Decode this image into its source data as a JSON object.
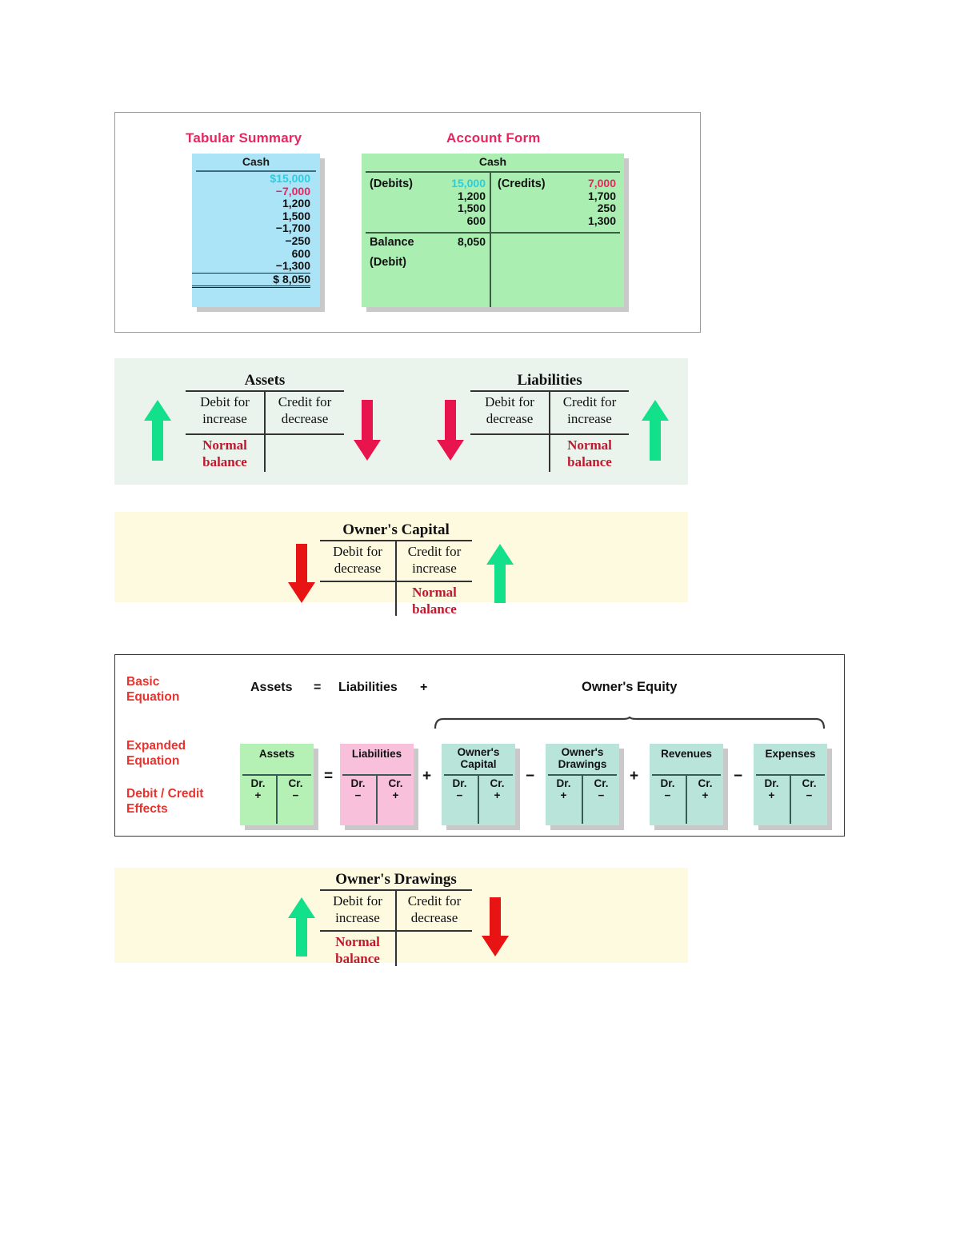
{
  "colors": {
    "accent_pink": "#e8255f",
    "accent_red": "#e8332e",
    "normal_balance_red": "#c0182e",
    "cash_blue": "#ace4f7",
    "account_green": "#aaeeb2",
    "assets_green": "#b5f0b5",
    "liabilities_pink": "#f9c0dc",
    "equity_teal": "#b8e4da",
    "panel_green": "#eaf4ec",
    "panel_yellow": "#fdfae0",
    "arrow_green": "#12e08a",
    "arrow_crimson": "#e8144e",
    "arrow_red": "#e81414",
    "cyan_value": "#29cfe0"
  },
  "accounts_section": {
    "tabular": {
      "heading": "Tabular Summary",
      "account_name": "Cash",
      "rows": [
        {
          "value": "$15,000",
          "color": "cyan"
        },
        {
          "value": "−7,000",
          "color": "magenta"
        },
        {
          "value": "1,200",
          "color": "black"
        },
        {
          "value": "1,500",
          "color": "black"
        },
        {
          "value": "−1,700",
          "color": "black"
        },
        {
          "value": "−250",
          "color": "black"
        },
        {
          "value": "600",
          "color": "black"
        },
        {
          "value": "−1,300",
          "color": "black"
        }
      ],
      "total": "$ 8,050"
    },
    "account_form": {
      "heading": "Account Form",
      "account_name": "Cash",
      "debits_label": "(Debits)",
      "credits_label": "(Credits)",
      "debit_values": [
        "15,000",
        "1,200",
        "1,500",
        "600"
      ],
      "credit_values": [
        "7,000",
        "1,700",
        "250",
        "1,300"
      ],
      "balance_label": "Balance",
      "balance_type_label": "(Debit)",
      "balance_value": "8,050"
    }
  },
  "assets_liabilities": {
    "assets": {
      "title": "Assets",
      "debit_line1": "Debit for",
      "debit_line2": "increase",
      "credit_line1": "Credit for",
      "credit_line2": "decrease",
      "normal_line1": "Normal",
      "normal_line2": "balance",
      "normal_side": "debit",
      "left_arrow": "up",
      "right_arrow": "down"
    },
    "liabilities": {
      "title": "Liabilities",
      "debit_line1": "Debit for",
      "debit_line2": "decrease",
      "credit_line1": "Credit for",
      "credit_line2": "increase",
      "normal_line1": "Normal",
      "normal_line2": "balance",
      "normal_side": "credit",
      "left_arrow": "down",
      "right_arrow": "up"
    }
  },
  "owners_capital": {
    "title": "Owner's Capital",
    "debit_line1": "Debit for",
    "debit_line2": "decrease",
    "credit_line1": "Credit for",
    "credit_line2": "increase",
    "normal_line1": "Normal",
    "normal_line2": "balance",
    "left_arrow": "down",
    "right_arrow": "up"
  },
  "owners_drawings": {
    "title": "Owner's Drawings",
    "debit_line1": "Debit for",
    "debit_line2": "increase",
    "credit_line1": "Credit for",
    "credit_line2": "decrease",
    "normal_line1": "Normal",
    "normal_line2": "balance",
    "left_arrow": "up",
    "right_arrow": "down"
  },
  "equation": {
    "labels": {
      "basic_line1": "Basic",
      "basic_line2": "Equation",
      "expanded_line1": "Expanded",
      "expanded_line2": "Equation",
      "effects_line1": "Debit / Credit",
      "effects_line2": "Effects"
    },
    "basic": {
      "assets": "Assets",
      "equals": "=",
      "liabilities": "Liabilities",
      "plus": "+",
      "owners_equity": "Owner's Equity"
    },
    "boxes": [
      {
        "title": "Assets",
        "title2": "",
        "dr": "Dr.",
        "dr_sign": "+",
        "cr": "Cr.",
        "cr_sign": "−",
        "fill": "#b5f0b5",
        "op_after": "="
      },
      {
        "title": "Liabilities",
        "title2": "",
        "dr": "Dr.",
        "dr_sign": "−",
        "cr": "Cr.",
        "cr_sign": "+",
        "fill": "#f9c0dc",
        "op_after": "+"
      },
      {
        "title": "Owner's",
        "title2": "Capital",
        "dr": "Dr.",
        "dr_sign": "−",
        "cr": "Cr.",
        "cr_sign": "+",
        "fill": "#b8e4da",
        "op_after": "−"
      },
      {
        "title": "Owner's",
        "title2": "Drawings",
        "dr": "Dr.",
        "dr_sign": "+",
        "cr": "Cr.",
        "cr_sign": "−",
        "fill": "#b8e4da",
        "op_after": "+"
      },
      {
        "title": "Revenues",
        "title2": "",
        "dr": "Dr.",
        "dr_sign": "−",
        "cr": "Cr.",
        "cr_sign": "+",
        "fill": "#b8e4da",
        "op_after": "−"
      },
      {
        "title": "Expenses",
        "title2": "",
        "dr": "Dr.",
        "dr_sign": "+",
        "cr": "Cr.",
        "cr_sign": "−",
        "fill": "#b8e4da",
        "op_after": ""
      }
    ]
  }
}
